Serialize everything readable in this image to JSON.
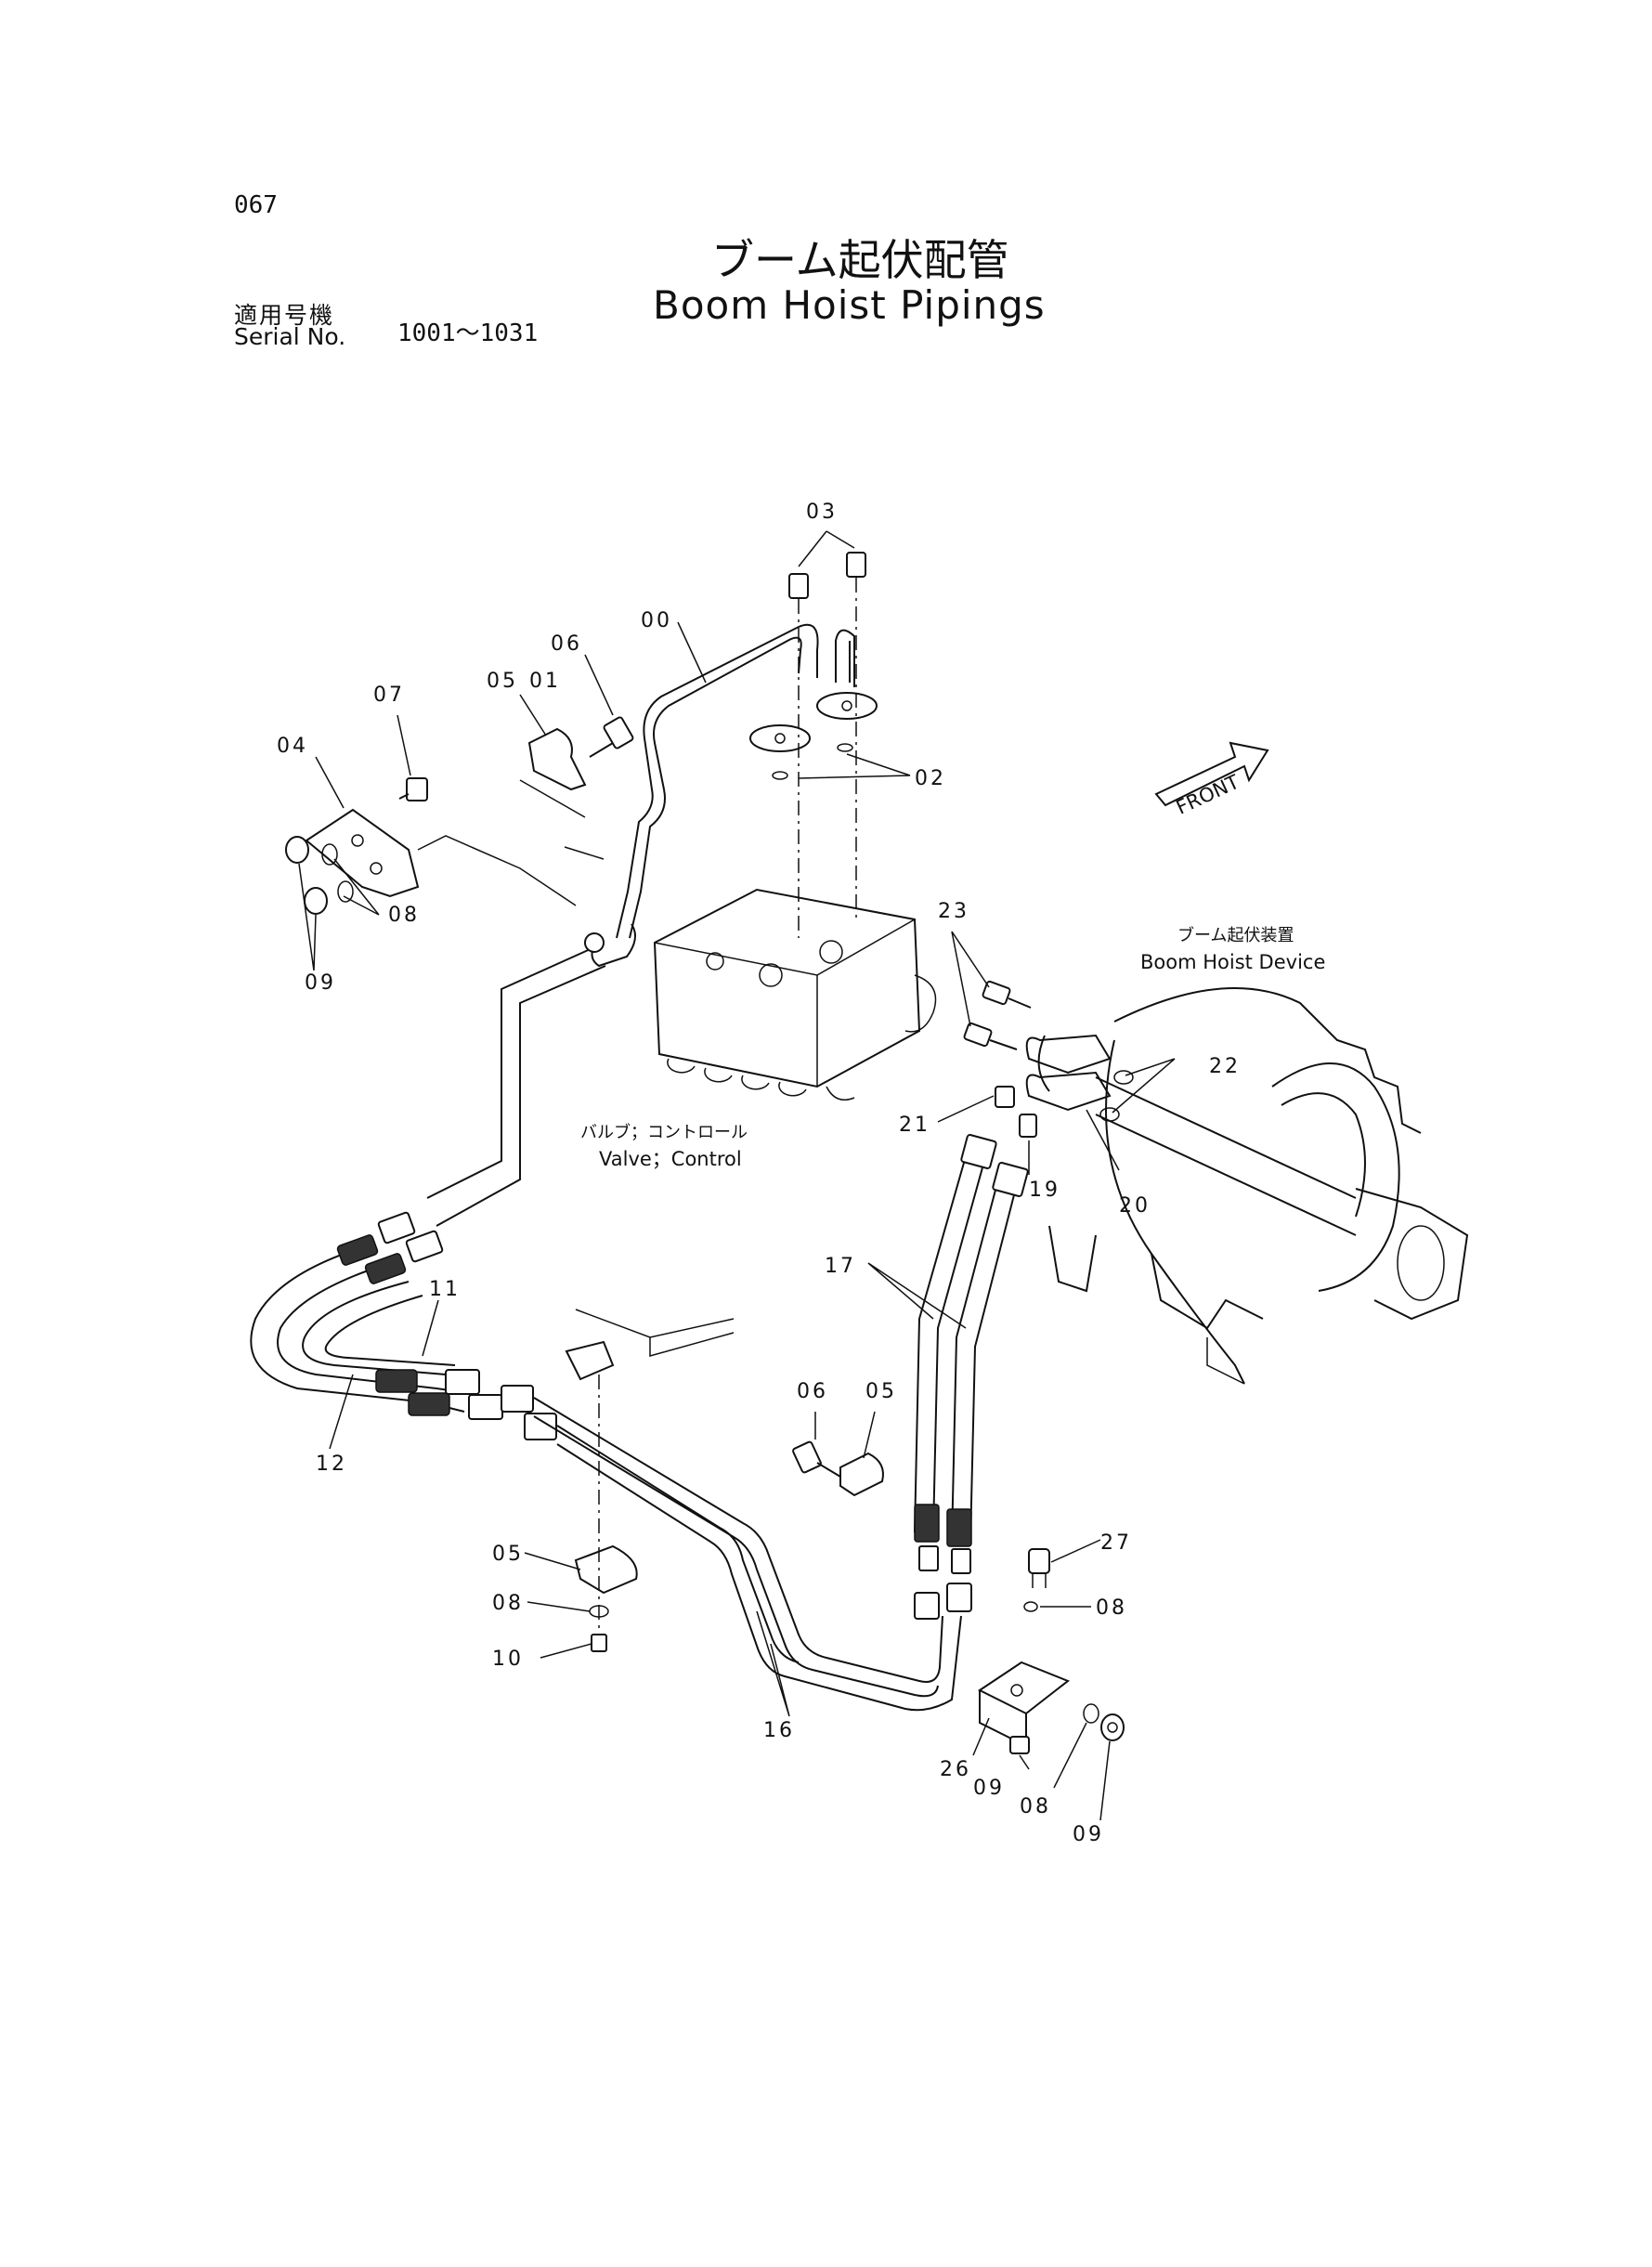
{
  "header": {
    "page_number": "067",
    "title_jp": "ブーム起伏配管",
    "title_en": "Boom Hoist Pipings",
    "serial_label_jp": "適用号機",
    "serial_label_en": "Serial No.",
    "serial_range": "1001～1031"
  },
  "captions": {
    "valve_jp": "バルブ；コントロール",
    "valve_en": "Valve；Control",
    "device_jp": "ブーム起伏装置",
    "device_en": "Boom Hoist Device",
    "front": "FRONT"
  },
  "part_labels": {
    "p00": "00",
    "p01": "01",
    "p02": "02",
    "p03": "03",
    "p04": "04",
    "p05a": "05",
    "p05b": "05",
    "p05c": "05",
    "p06a": "06",
    "p06b": "06",
    "p07": "07",
    "p08a": "08",
    "p08b": "08",
    "p08c": "08",
    "p08d": "08",
    "p09a": "09",
    "p09b": "09",
    "p09c": "09",
    "p10": "10",
    "p11": "11",
    "p12": "12",
    "p16": "16",
    "p17": "17",
    "p19": "19",
    "p20": "20",
    "p21": "21",
    "p22": "22",
    "p23": "23",
    "p26": "26",
    "p27": "27"
  }
}
